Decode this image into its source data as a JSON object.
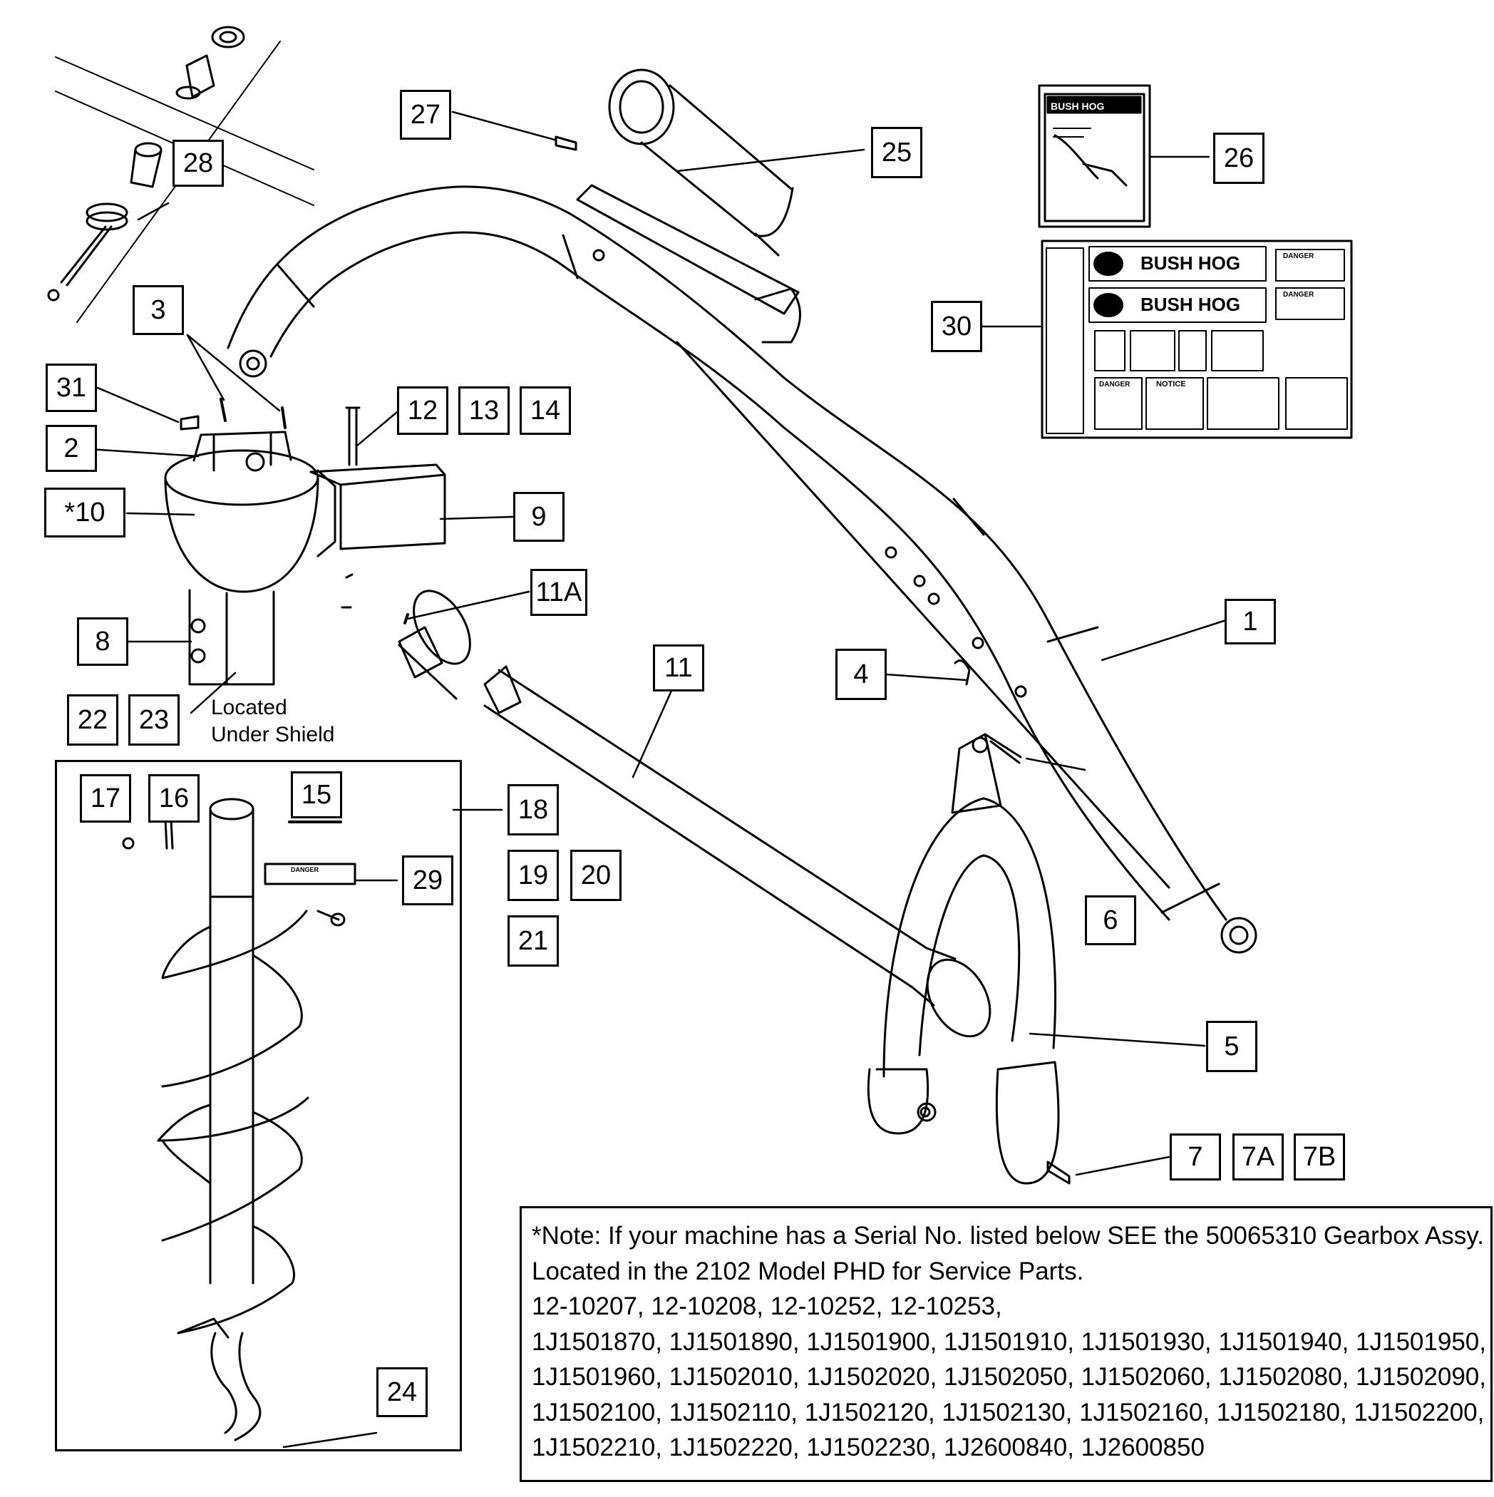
{
  "callouts": {
    "c1": "1",
    "c2": "2",
    "c3": "3",
    "c4": "4",
    "c5": "5",
    "c6": "6",
    "c7": "7",
    "c7a": "7A",
    "c7b": "7B",
    "c8": "8",
    "c9": "9",
    "c10": "*10",
    "c11": "11",
    "c11a": "11A",
    "c12": "12",
    "c13": "13",
    "c14": "14",
    "c15": "15",
    "c16": "16",
    "c17": "17",
    "c18": "18",
    "c19": "19",
    "c20": "20",
    "c21": "21",
    "c22": "22",
    "c23": "23",
    "c24": "24",
    "c25": "25",
    "c26": "26",
    "c27": "27",
    "c28": "28",
    "c29": "29",
    "c30": "30",
    "c31": "31"
  },
  "located_under_shield": [
    "Located",
    "Under Shield"
  ],
  "note": {
    "lines": [
      "*Note: If your machine has a Serial No. listed below SEE the 50065310 Gearbox Assy.",
      "Located in the 2102 Model PHD for Service Parts.",
      "12-10207, 12-10208, 12-10252, 12-10253,",
      "1J1501870, 1J1501890, 1J1501900, 1J1501910, 1J1501930, 1J1501940, 1J1501950,",
      "1J1501960, 1J1502010, 1J1502020, 1J1502050, 1J1502060, 1J1502080, 1J1502090,",
      "1J1502100, 1J1502110, 1J1502120, 1J1502130, 1J1502160, 1J1502180, 1J1502200,",
      "1J1502210, 1J1502220, 1J1502230, 1J2600840, 1J2600850"
    ]
  },
  "decals": {
    "manual_brand": "BUSH HOG",
    "sheet_brand": "BUSH HOG",
    "danger": "DANGER",
    "notice": "NOTICE"
  }
}
